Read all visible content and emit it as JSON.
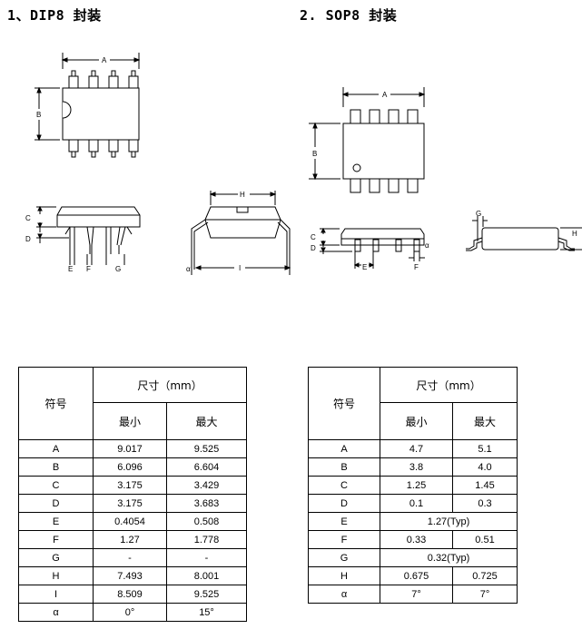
{
  "headings": {
    "dip": "1、DIP8 封装",
    "sop": "2. SOP8 封装"
  },
  "dip_drawing_labels": {
    "A": "A",
    "B": "B",
    "C": "C",
    "D": "D",
    "E": "E",
    "F": "F",
    "G": "G",
    "H": "H",
    "I": "I",
    "alpha": "α"
  },
  "sop_drawing_labels": {
    "A": "A",
    "B": "B",
    "C": "C",
    "D": "D",
    "E": "E",
    "F": "F",
    "G": "G",
    "H": "H",
    "alpha": "α"
  },
  "dip_table": {
    "header_symbol": "符号",
    "header_size": "尺寸（mm）",
    "header_min": "最小",
    "header_max": "最大",
    "rows": [
      {
        "sym": "A",
        "min": "9.017",
        "max": "9.525"
      },
      {
        "sym": "B",
        "min": "6.096",
        "max": "6.604"
      },
      {
        "sym": "C",
        "min": "3.175",
        "max": "3.429"
      },
      {
        "sym": "D",
        "min": "3.175",
        "max": "3.683"
      },
      {
        "sym": "E",
        "min": "0.4054",
        "max": "0.508"
      },
      {
        "sym": "F",
        "min": "1.27",
        "max": "1.778"
      },
      {
        "sym": "G",
        "min": "-",
        "max": "-"
      },
      {
        "sym": "H",
        "min": "7.493",
        "max": "8.001"
      },
      {
        "sym": "I",
        "min": "8.509",
        "max": "9.525"
      },
      {
        "sym": "α",
        "min": "0°",
        "max": "15°"
      }
    ]
  },
  "sop_table": {
    "header_symbol": "符号",
    "header_size": "尺寸（mm）",
    "header_min": "最小",
    "header_max": "最大",
    "rows": [
      {
        "sym": "A",
        "min": "4.7",
        "max": "5.1"
      },
      {
        "sym": "B",
        "min": "3.8",
        "max": "4.0"
      },
      {
        "sym": "C",
        "min": "1.25",
        "max": "1.45"
      },
      {
        "sym": "D",
        "min": "0.1",
        "max": "0.3"
      },
      {
        "sym": "E",
        "span": "1.27(Typ)"
      },
      {
        "sym": "F",
        "min": "0.33",
        "max": "0.51"
      },
      {
        "sym": "G",
        "span": "0.32(Typ)"
      },
      {
        "sym": "H",
        "min": "0.675",
        "max": "0.725"
      },
      {
        "sym": "α",
        "min": "7°",
        "max": "7°"
      }
    ]
  }
}
